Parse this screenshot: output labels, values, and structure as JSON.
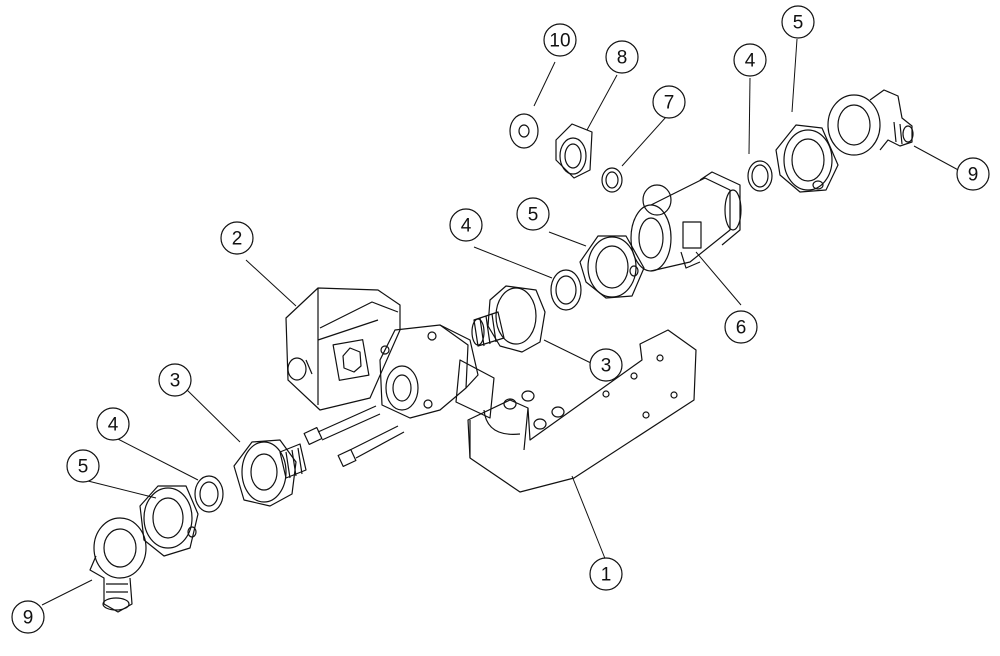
{
  "callouts": [
    {
      "label": "10"
    },
    {
      "label": "8"
    },
    {
      "label": "7"
    },
    {
      "label": "4"
    },
    {
      "label": "5"
    },
    {
      "label": "9"
    },
    {
      "label": "2"
    },
    {
      "label": "4"
    },
    {
      "label": "5"
    },
    {
      "label": "6"
    },
    {
      "label": "3"
    },
    {
      "label": "3"
    },
    {
      "label": "4"
    },
    {
      "label": "5"
    },
    {
      "label": "1"
    },
    {
      "label": "9"
    }
  ]
}
